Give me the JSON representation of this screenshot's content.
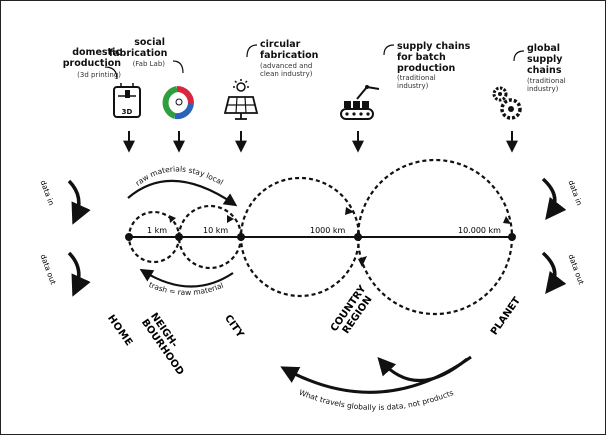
{
  "producers": [
    {
      "title": "domestic\nproduction",
      "sub": "(3d printing)",
      "icon": "3d-printer-icon",
      "printer_label": "3D"
    },
    {
      "title": "social\nfabrication",
      "sub": "(Fab Lab)",
      "icon": "fablab-logo-icon"
    },
    {
      "title": "circular\nfabrication",
      "sub": "(advanced and\nclean industry)",
      "icon": "solar-panel-icon"
    },
    {
      "title": "supply chains\nfor batch\nproduction",
      "sub": "(traditional\nindustry)",
      "icon": "assembly-line-icon"
    },
    {
      "title": "global\nsupply\nchains",
      "sub": "(traditional\nindustry)",
      "icon": "gears-icon"
    }
  ],
  "scale": [
    {
      "label": "HOME"
    },
    {
      "label": "NEIGH-\nBOURHOOD"
    },
    {
      "label": "CITY"
    },
    {
      "label": "COUNTRY\nREGION"
    },
    {
      "label": "PLANET"
    }
  ],
  "distances": [
    "1 km",
    "10 km",
    "1000 km",
    "10.000 km"
  ],
  "flows": {
    "raw_materials": "raw materials stay local",
    "trash": "trash = raw material",
    "data_in": "data in",
    "data_out": "data out",
    "global_note": "What travels globally is data, not products"
  },
  "colors": {
    "ink": "#111111",
    "fablab_red": "#d7263d",
    "fablab_green": "#2e9e3f",
    "fablab_blue": "#2a63b8"
  }
}
